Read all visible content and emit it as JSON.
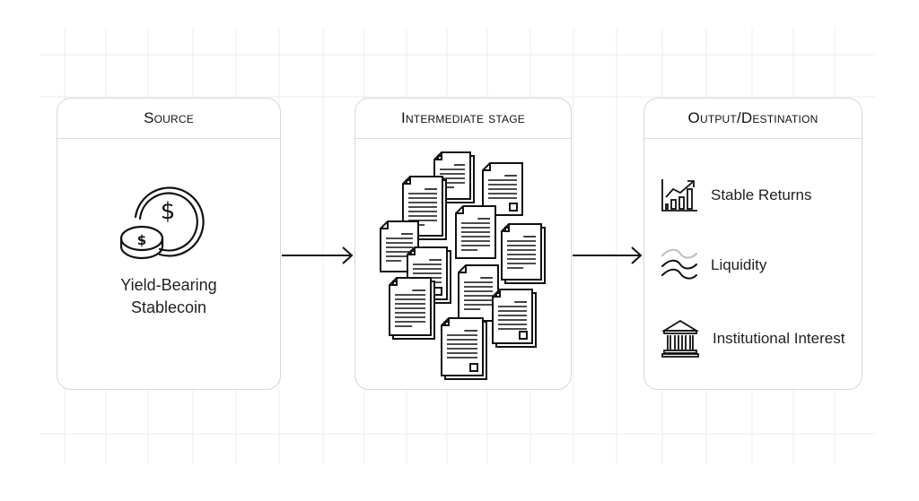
{
  "diagram": {
    "stages": [
      {
        "id": "source",
        "title": "Source",
        "icon": "coins-dollar-icon",
        "label_lines": [
          "Yield-Bearing",
          "Stablecoin"
        ]
      },
      {
        "id": "intermediate",
        "title": "Intermediate stage",
        "icon": "document-stack-icon"
      },
      {
        "id": "output",
        "title": "Output/Destination",
        "items": [
          {
            "label": "Stable Returns",
            "icon": "growth-chart-icon"
          },
          {
            "label": "Liquidity",
            "icon": "waves-icon"
          },
          {
            "label": "Institutional Interest",
            "icon": "bank-building-icon"
          }
        ]
      }
    ],
    "connectors": [
      {
        "from": "source",
        "to": "intermediate",
        "icon": "arrow-right-icon"
      },
      {
        "from": "intermediate",
        "to": "output",
        "icon": "arrow-right-icon"
      }
    ],
    "colors": {
      "stroke": "#111111",
      "card_border": "#d6d6d6",
      "grid": "#ececec",
      "background": "#ffffff"
    }
  }
}
